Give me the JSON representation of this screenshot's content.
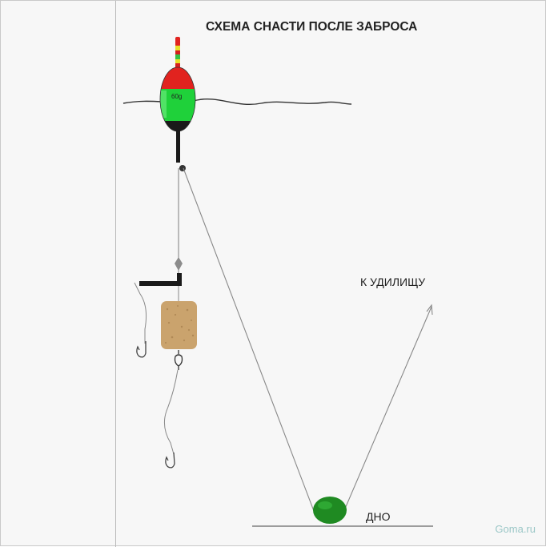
{
  "title": "СХЕМА СНАСТИ ПОСЛЕ ЗАБРОСА",
  "labels": {
    "to_rod": "К УДИЛИЩУ",
    "bottom": "ДНО"
  },
  "float": {
    "weight": "60g",
    "colors": {
      "top": "#e1231f",
      "body": "#1fd13a",
      "antenna_yellow": "#e7df29",
      "antenna_green": "#34c145"
    }
  },
  "sinker_color": "#1f8a22",
  "cork_color": "#caa36d",
  "watermark": "Goma.ru"
}
